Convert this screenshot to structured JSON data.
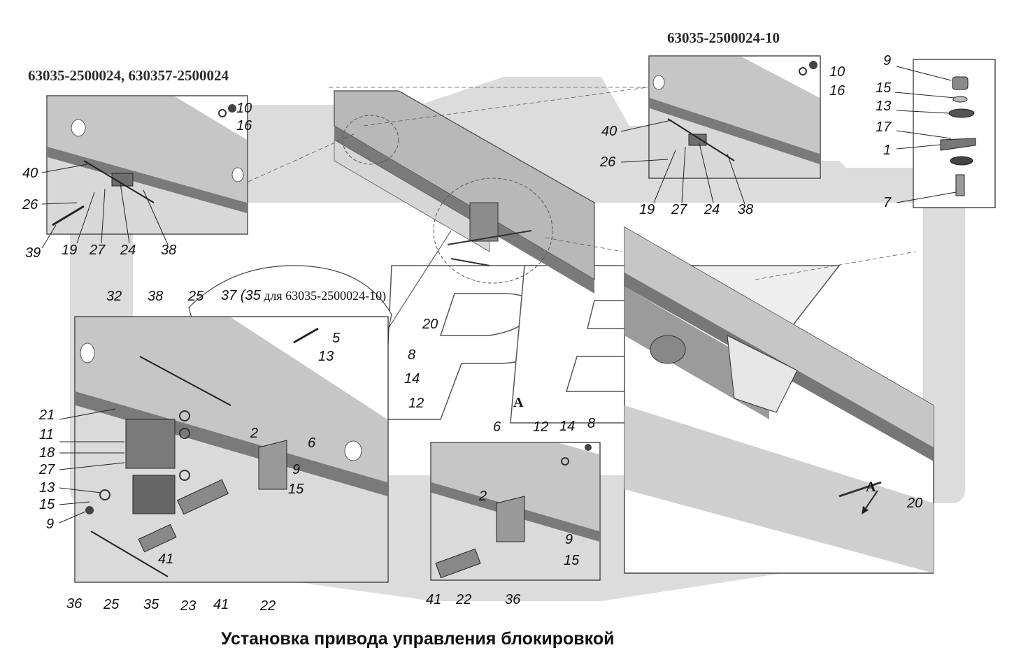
{
  "caption": "Установка привода управления блокировкой",
  "panel_labels": {
    "top_left": "63035-2500024, 630357-2500024",
    "top_right": "63035-2500024-10"
  },
  "note_37": {
    "number": "37 (",
    "variant_number": "35",
    "variant_text": " для 63035-2500024-10)"
  },
  "view_letter": "A",
  "callouts": {
    "tl": [
      "10",
      "16",
      "40",
      "26",
      "39",
      "19",
      "27",
      "24",
      "38"
    ],
    "tr": [
      "10",
      "16",
      "40",
      "26",
      "19",
      "27",
      "24",
      "38"
    ],
    "kit": [
      "9",
      "15",
      "13",
      "17",
      "1",
      "7"
    ],
    "center": [
      "20",
      "5",
      "13",
      "8",
      "14",
      "12"
    ],
    "main": [
      "32",
      "38",
      "25",
      "21",
      "11",
      "18",
      "27",
      "13",
      "15",
      "9",
      "2",
      "6",
      "9",
      "15",
      "36",
      "25",
      "35",
      "23",
      "41",
      "41",
      "22"
    ],
    "small": [
      "6",
      "12",
      "14",
      "8",
      "2",
      "9",
      "15",
      "41",
      "22",
      "36"
    ],
    "right": [
      "20"
    ]
  },
  "colors": {
    "logo_gray": "#dcdcdc",
    "frame_gray": "#a9a9a9",
    "frame_dark": "#6f6f6f",
    "panel_bg": "#c8c8c8",
    "line": "#333333"
  }
}
